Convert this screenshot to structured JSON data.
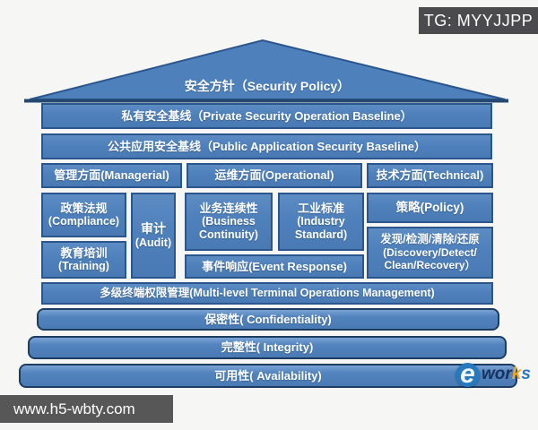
{
  "watermarks": {
    "tg_badge": "TG: MYYJJPP",
    "site_badge": "www.h5-wbty.com"
  },
  "logo": {
    "e": "e",
    "wor": "wor",
    "k": "k",
    "s": "s"
  },
  "colors": {
    "box_fill": "#4e80bb",
    "box_border": "#2b568d",
    "foundation_border": "#1d3c61",
    "badge_bg": "#4b4b4d",
    "text": "#ffffff"
  },
  "pyramid": {
    "roof": {
      "label": "安全方针（Security Policy）"
    },
    "baselines": [
      {
        "label": "私有安全基线（Private Security Operation Baseline）"
      },
      {
        "label": "公共应用安全基线（Public Application Security Baseline）"
      }
    ],
    "aspects": [
      {
        "label": "管理方面(Managerial)"
      },
      {
        "label": "运维方面(Operational)"
      },
      {
        "label": "技术方面(Technical)"
      }
    ],
    "cells": {
      "compliance": {
        "zh": "政策法规",
        "en": "(Compliance)"
      },
      "training": {
        "zh": "教育培训",
        "en": "(Training)"
      },
      "audit": {
        "zh": "审计",
        "en": "(Audit)"
      },
      "business_continuity": {
        "zh": "业务连续性",
        "en1": "(Business",
        "en2": "Continuity)"
      },
      "industry_standard": {
        "zh": "工业标准",
        "en1": "(Industry",
        "en2": "Standard)"
      },
      "event_response": {
        "label": "事件响应(Event Response)"
      },
      "policy": {
        "label": "策略(Policy)"
      },
      "discovery": {
        "line1": "发现/检测/清除/还原",
        "line2": "(Discovery/Detect/",
        "line3": "Clean/Recovery）"
      }
    },
    "management_row": {
      "label": "多级终端权限管理(Multi-level Terminal Operations Management)"
    },
    "foundation": [
      {
        "label": "保密性( Confidentiality)"
      },
      {
        "label": "完整性( Integrity)"
      },
      {
        "label": "可用性( Availability)"
      }
    ]
  }
}
